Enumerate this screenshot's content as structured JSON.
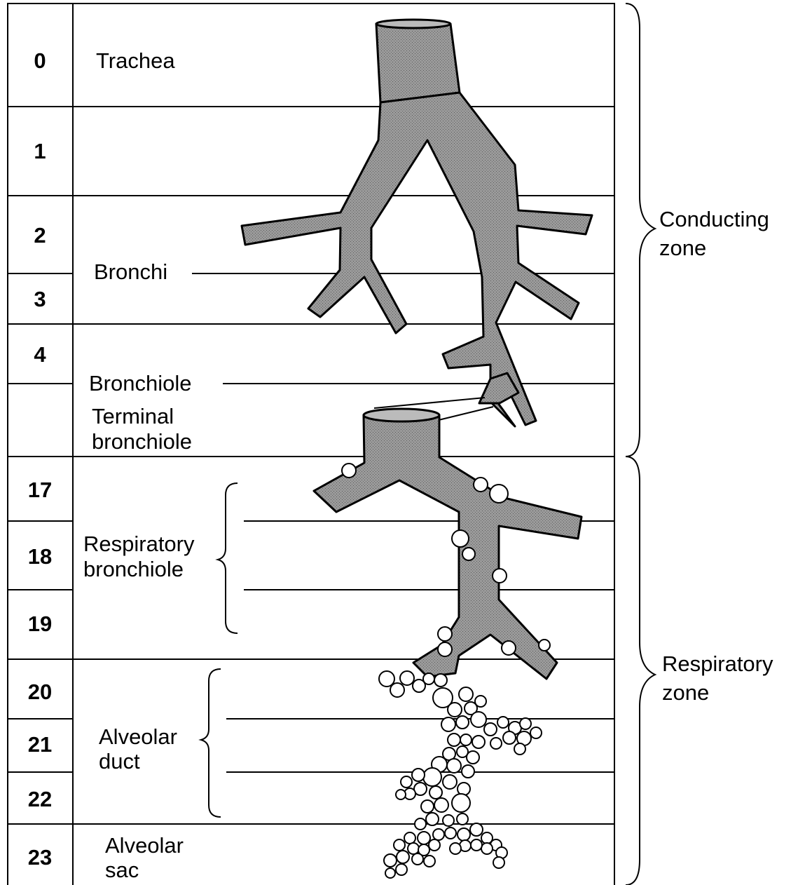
{
  "generations": [
    "0",
    "1",
    "2",
    "3",
    "4",
    "",
    "17",
    "18",
    "19",
    "20",
    "21",
    "22",
    "23"
  ],
  "labels": {
    "trachea": "Trachea",
    "bronchi": "Bronchi",
    "bronchiole": "Bronchiole",
    "terminal_bronchiole": [
      "Terminal",
      "bronchiole"
    ],
    "respiratory_bronchiole": [
      "Respiratory",
      "bronchiole"
    ],
    "alveolar_duct": [
      "Alveolar",
      "duct"
    ],
    "alveolar_sac": [
      "Alveolar",
      "sac"
    ]
  },
  "zones": {
    "conducting": [
      "Conducting",
      "zone"
    ],
    "respiratory": [
      "Respiratory",
      "zone"
    ]
  }
}
